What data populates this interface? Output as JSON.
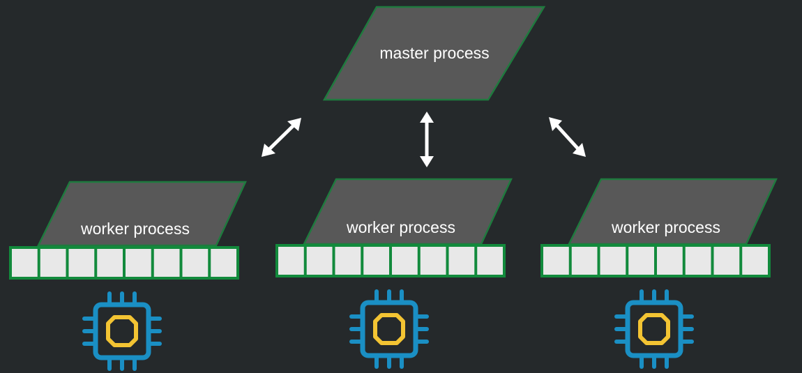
{
  "master": {
    "label": "master process"
  },
  "workers": [
    {
      "label": "worker process",
      "queue_slots": 8,
      "cpu_icon": "cpu-chip-icon"
    },
    {
      "label": "worker process",
      "queue_slots": 8,
      "cpu_icon": "cpu-chip-icon"
    },
    {
      "label": "worker process",
      "queue_slots": 8,
      "cpu_icon": "cpu-chip-icon"
    }
  ],
  "colors": {
    "background": "#25292b",
    "shape_fill": "#585858",
    "shape_border": "#1f7a3e",
    "queue_border": "#128a3c",
    "queue_slot": "#e8e8e8",
    "arrow": "#ffffff",
    "cpu_outline": "#1a8fc4",
    "cpu_core": "#f3c433"
  }
}
